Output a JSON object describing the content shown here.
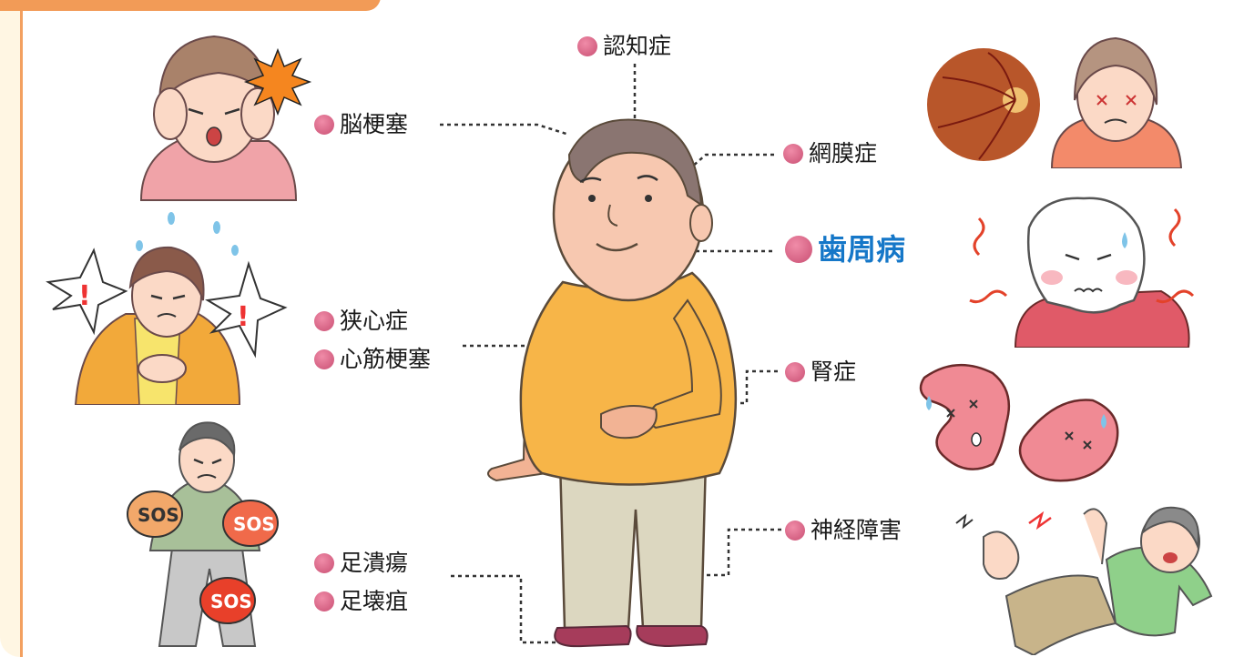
{
  "labels": {
    "dementia": "認知症",
    "stroke": "脳梗塞",
    "retinopathy": "網膜症",
    "periodontal": "歯周病",
    "angina": "狭心症",
    "myocardial": "心筋梗塞",
    "nephropathy": "腎症",
    "neuropathy": "神経障害",
    "foot_ulcer": "足潰瘍",
    "gangrene": "足壊疽"
  },
  "bubble_text": "SOS",
  "colors": {
    "accent": "#1577c8",
    "dot": "#d45a7e",
    "frame": "#f29b57",
    "frame_bg": "#fff6e3"
  }
}
